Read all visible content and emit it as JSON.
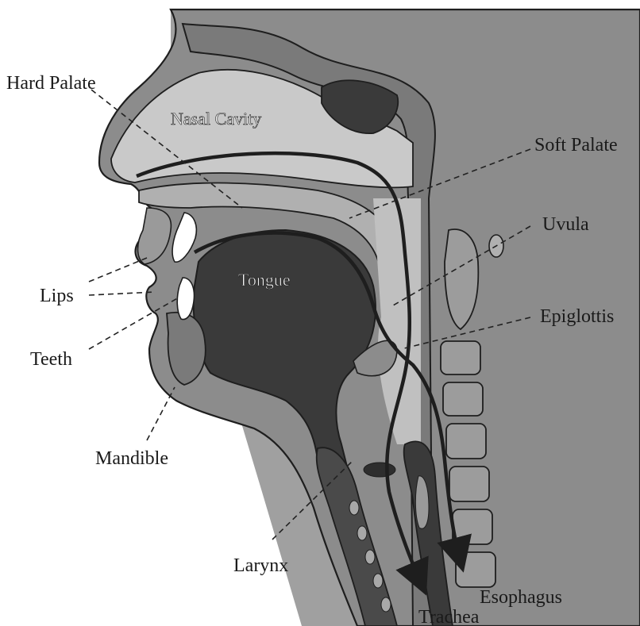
{
  "labels": {
    "hard_palate": "Hard Palate",
    "nasal_cavity": "Nasal Cavity",
    "soft_palate": "Soft Palate",
    "uvula": "Uvula",
    "tongue": "Tongue",
    "lips": "Lips",
    "epiglottis": "Epiglottis",
    "teeth": "Teeth",
    "mandible": "Mandible",
    "larynx": "Larynx",
    "esophagus": "Esophagus",
    "trachea": "Trachea"
  },
  "colors": {
    "background": "#ffffff",
    "soft_tissue": "#8c8c8c",
    "light_tissue": "#c9c9c9",
    "dark_tissue": "#3a3a3a",
    "outline": "#1e1e1e",
    "teeth": "#ffffff"
  }
}
